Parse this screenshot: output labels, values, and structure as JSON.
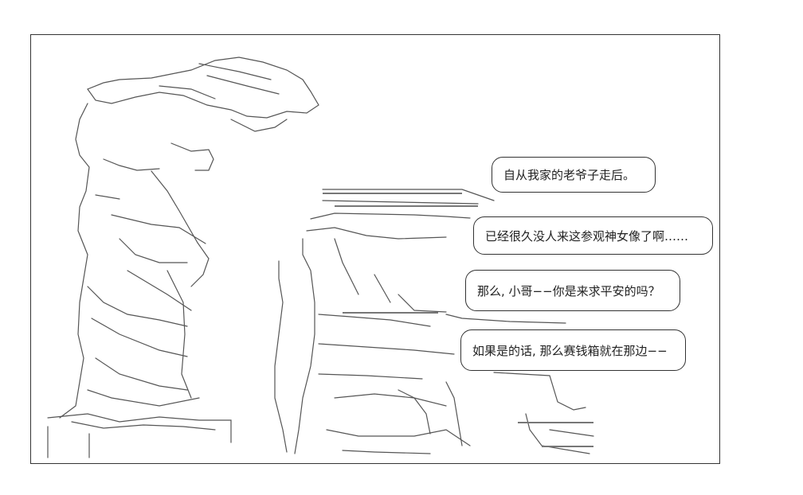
{
  "scene": {
    "frame_color": "#333333",
    "line_color": "#555555"
  },
  "dialogue": [
    {
      "text": "自从我家的老爷子走后。"
    },
    {
      "text": "已经很久没人来这参观神女像了啊……"
    },
    {
      "text": "那么, 小哥−−你是来求平安的吗？"
    },
    {
      "text": "如果是的话, 那么赛钱箱就在那边−−"
    }
  ]
}
